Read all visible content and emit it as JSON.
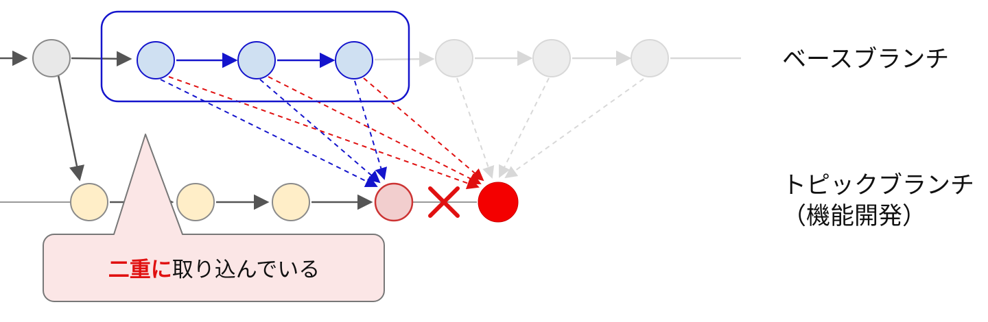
{
  "labels": {
    "base_branch": "ベースブランチ",
    "topic_branch": "トピックブランチ",
    "topic_branch_sub": "（機能開発）"
  },
  "callout": {
    "highlight_text": "二重に",
    "body_text": "取り込んでいる"
  },
  "colors": {
    "blue": "#1414cc",
    "blue_fill": "#cfe0f2",
    "red": "#e01010",
    "red_fill": "#f40000",
    "pink_fill": "#f2cece",
    "yellow_fill": "#ffeec8",
    "gray_fill": "#e8e8e8",
    "faded_fill": "#ededed",
    "faded_stroke": "#d8d8d8",
    "line": "#999999",
    "dark_line": "#555555",
    "bubble_fill": "#fbe6e6",
    "bubble_stroke": "#777777",
    "label_color": "#111111"
  }
}
